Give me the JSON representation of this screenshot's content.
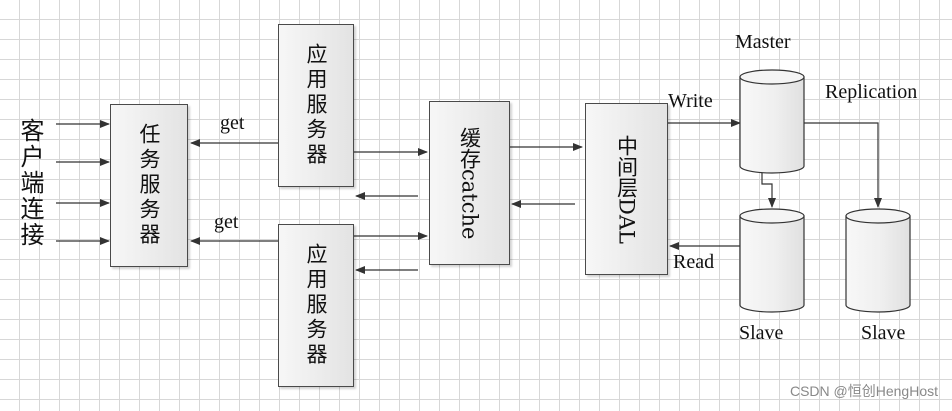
{
  "client_label": "客户端连接",
  "nodes": {
    "task_server": "任务服务器",
    "app_server_top": "应用服务器",
    "app_server_bottom": "应用服务器",
    "cache": "缓存catche",
    "middle_layer": "中间层DAL"
  },
  "labels": {
    "get_top": "get",
    "get_bottom": "get",
    "write": "Write",
    "read": "Read",
    "master": "Master",
    "replication": "Replication",
    "slave_left": "Slave",
    "slave_right": "Slave"
  },
  "watermark": "CSDN @恒创HengHost"
}
